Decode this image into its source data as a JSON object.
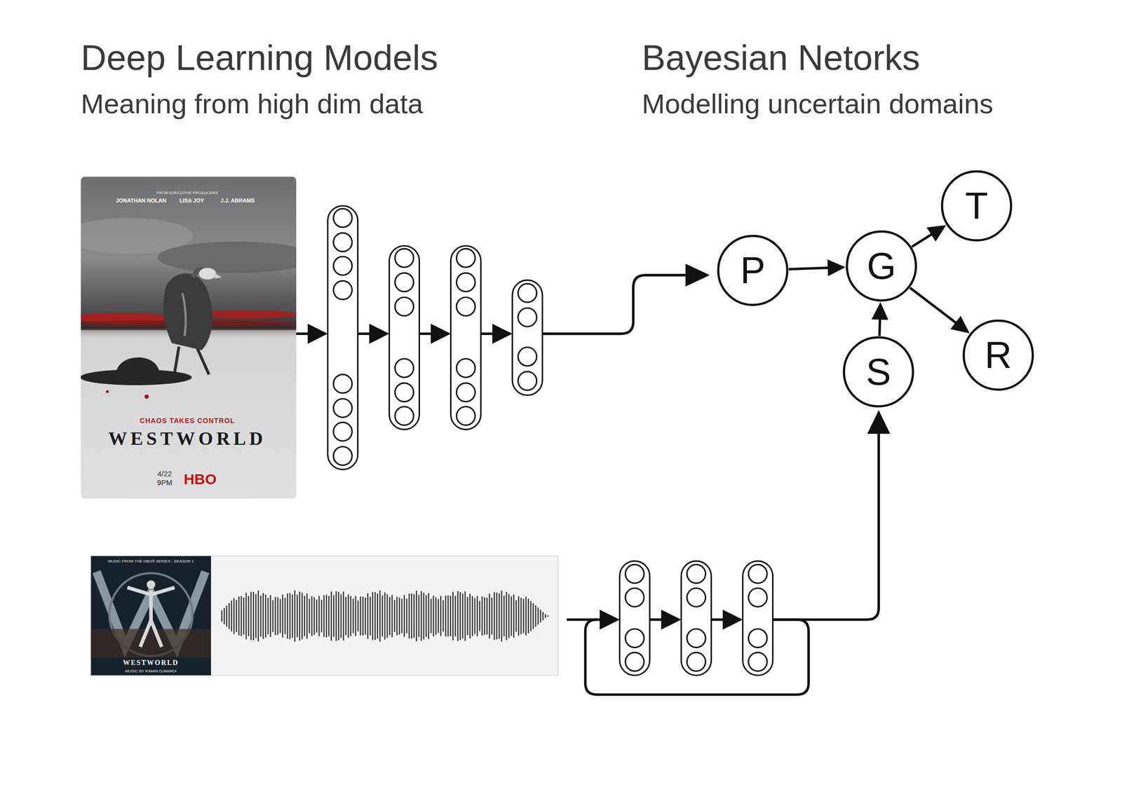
{
  "diagram": {
    "nodes": [
      {
        "text": [
          "P"
        ]
      },
      {
        "text": [
          "G"
        ]
      },
      {
        "text": [
          "T"
        ]
      },
      {
        "text": [
          "R"
        ]
      },
      {
        "text": [
          "S"
        ]
      }
    ],
    "edges": [
      {
        "from": 0,
        "to": 1,
        "arrow": "to"
      },
      {
        "from": 4,
        "to": 1,
        "arrow": "to"
      },
      {
        "from": 1,
        "to": 2,
        "arrow": "to"
      },
      {
        "from": 1,
        "to": 3,
        "arrow": "to"
      }
    ],
    "labels": [
      "Deep Learning Models",
      "Meaning from high dim data",
      "Bayesian Netorks",
      "Modelling uncertain domains",
      "FROM EXECUTIVE PRODUCERS",
      "JONATHAN NOLAN",
      "LISA JOY",
      "J.J. ABRAMS",
      "CHAOS TAKES CONTROL",
      "WESTWORLD",
      "4/22",
      "9PM",
      "HBO",
      "MUSIC FROM THE HBO® SERIES - SEASON 1",
      "WESTWORLD",
      "MUSIC BY RAMIN DJAWADI"
    ]
  }
}
